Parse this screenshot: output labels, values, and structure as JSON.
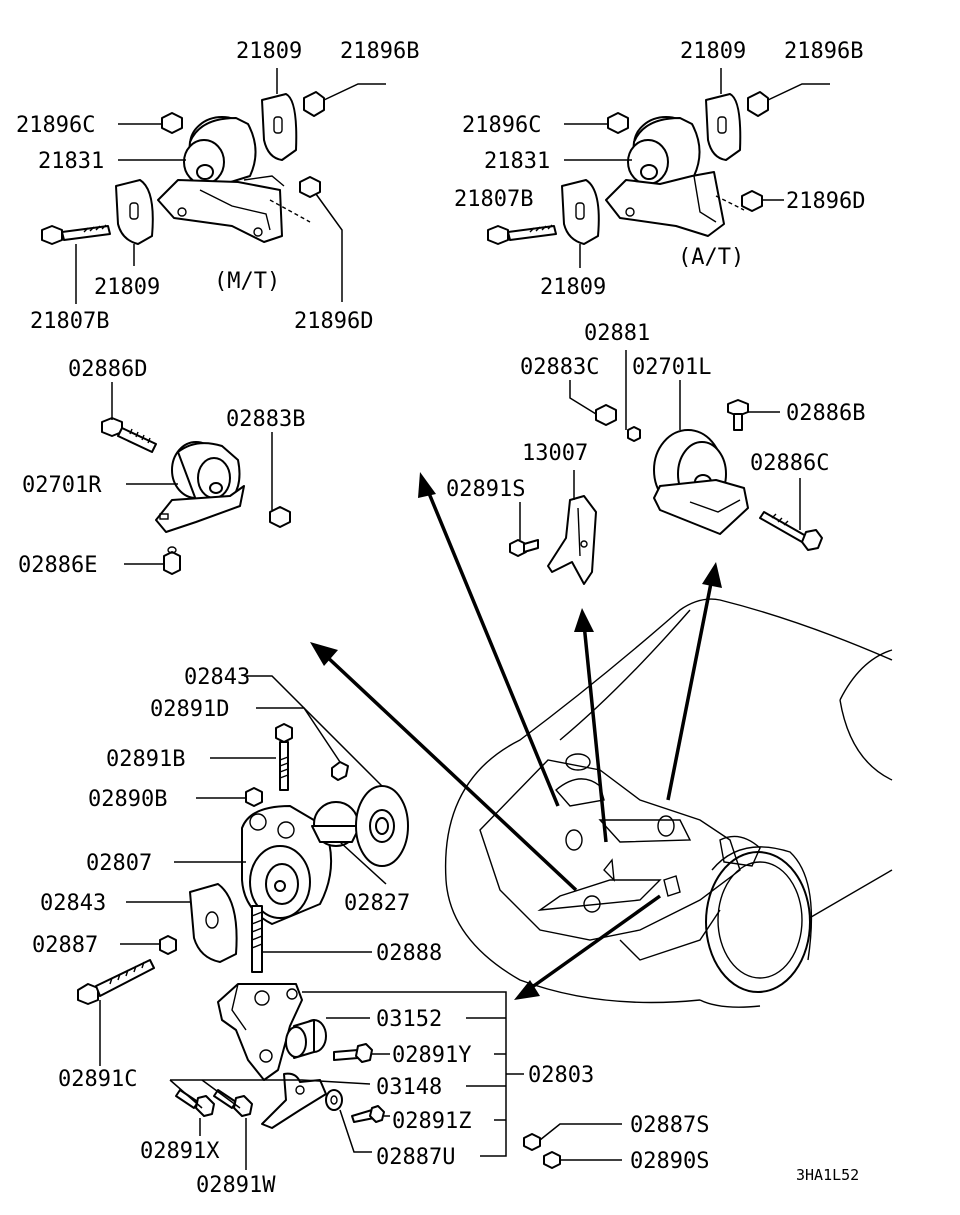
{
  "labels": {
    "mt_21809_top": "21809",
    "mt_21896b": "21896B",
    "mt_21896c": "21896C",
    "mt_21831": "21831",
    "mt_21809_bottom": "21809",
    "mt_21807b": "21807B",
    "mt_21896d": "21896D",
    "mt_variant": "(M/T)",
    "at_21809_top": "21809",
    "at_21896b": "21896B",
    "at_21896c": "21896C",
    "at_21831": "21831",
    "at_21807b": "21807B",
    "at_21896d": "21896D",
    "at_21809_bottom": "21809",
    "at_variant": "(A/T)",
    "p02886d": "02886D",
    "p02883b": "02883B",
    "p02701r": "02701R",
    "p02886e": "02886E",
    "p02881": "02881",
    "p02883c": "02883C",
    "p02701l": "02701L",
    "p02886b": "02886B",
    "p13007": "13007",
    "p02886c": "02886C",
    "p02891s": "02891S",
    "p02843_top": "02843",
    "p02891d": "02891D",
    "p02891b": "02891B",
    "p02890b": "02890B",
    "p02807": "02807",
    "p02827": "02827",
    "p02843_mid": "02843",
    "p02887": "02887",
    "p02888": "02888",
    "p03152": "03152",
    "p02891y": "02891Y",
    "p02803": "02803",
    "p02891c": "02891C",
    "p03148": "03148",
    "p02891x": "02891X",
    "p02891z": "02891Z",
    "p02887s": "02887S",
    "p02887u": "02887U",
    "p02890s": "02890S",
    "p02891w": "02891W",
    "diagram_code": "3HA1L52"
  }
}
